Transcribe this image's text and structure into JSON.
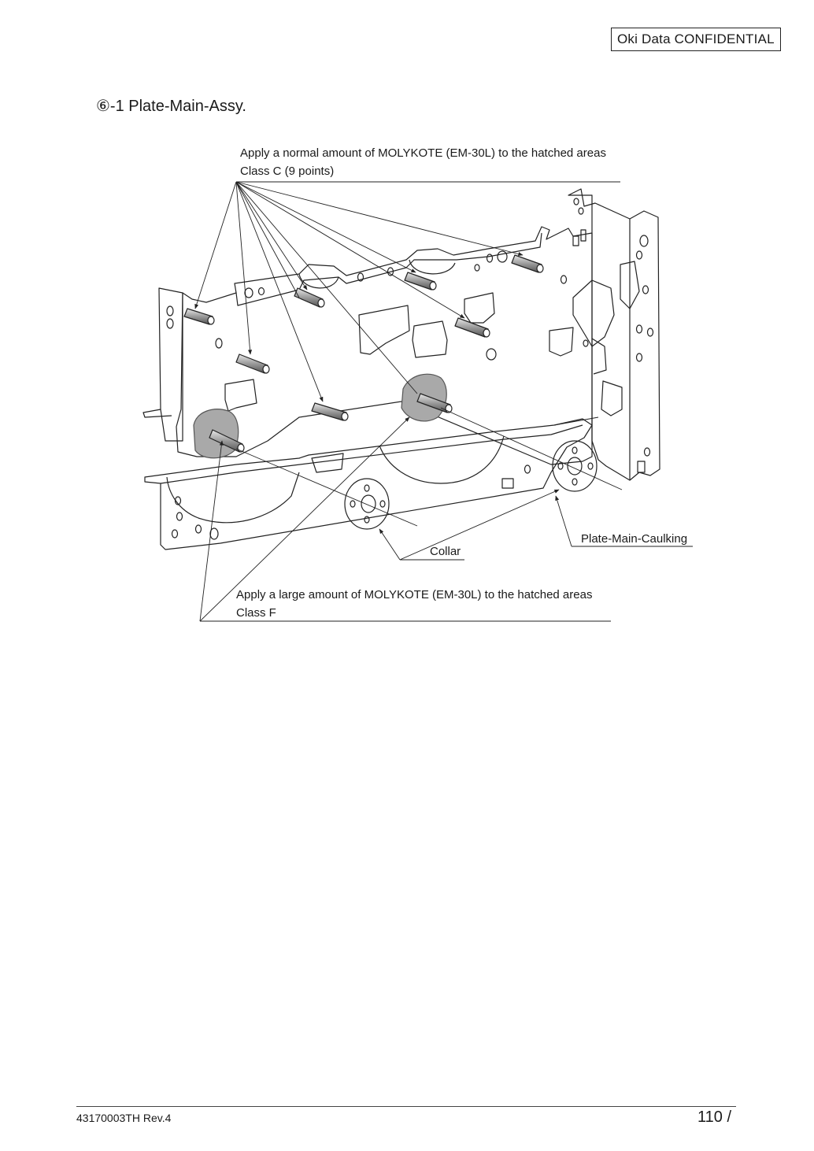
{
  "header": {
    "confidential": "Oki  Data  CONFIDENTIAL"
  },
  "section": {
    "title": "⑥-1 Plate-Main-Assy."
  },
  "diagram": {
    "normal_note_line1": "Apply a normal amount of MOLYKOTE (EM-30L) to the hatched areas",
    "normal_note_line2": "Class C (9 points)",
    "large_note_line1": "Apply a large amount of MOLYKOTE (EM-30L) to the hatched areas",
    "large_note_line2": "Class F",
    "label_collar": "Collar",
    "label_caulking": "Plate-Main-Caulking"
  },
  "footer": {
    "doc_id": "43170003TH  Rev.4",
    "page": "110 /"
  }
}
